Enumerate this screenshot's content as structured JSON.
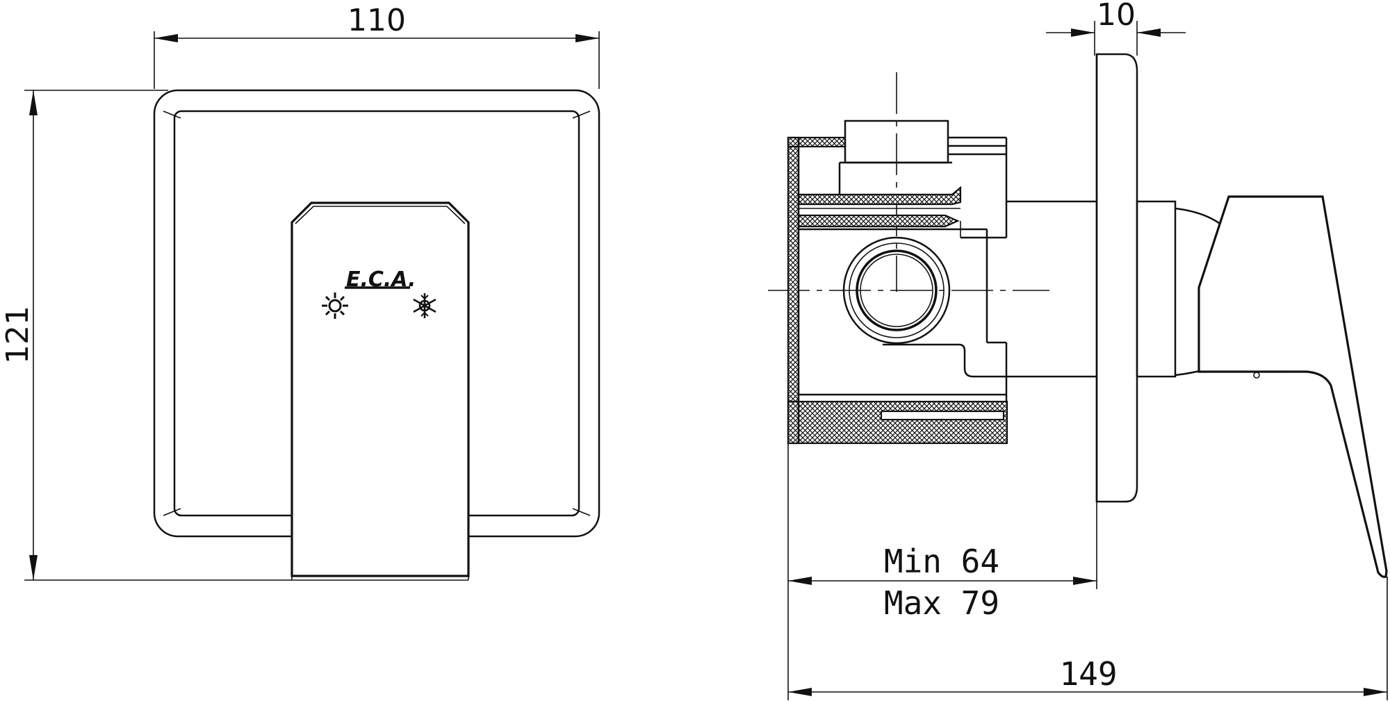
{
  "front_view": {
    "width_dim": "110",
    "height_dim": "121",
    "brand_logo": "E.C.A.",
    "hot_icon": "sun-icon",
    "cold_icon": "snowflake-icon"
  },
  "side_view": {
    "plate_dim": "10",
    "depth_min": "Min 64",
    "depth_max": "Max 79",
    "overall_dim": "149"
  }
}
